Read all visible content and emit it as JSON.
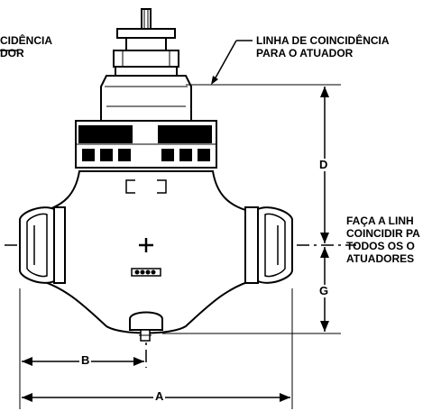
{
  "labels": {
    "top_left_line1": "CIDÊNCIA",
    "top_left_line2": "DOR",
    "top_right_line1": "LINHA DE COINCIDÊNCIA",
    "top_right_line2": "PARA O ATUADOR",
    "right_line1": "FAÇA A LINH",
    "right_line2": "COINCIDIR PA",
    "right_line3": "TODOS OS O",
    "right_line4": "ATUADORES"
  },
  "dimensions": {
    "d": "D",
    "g": "G",
    "b": "B",
    "a": "A"
  }
}
